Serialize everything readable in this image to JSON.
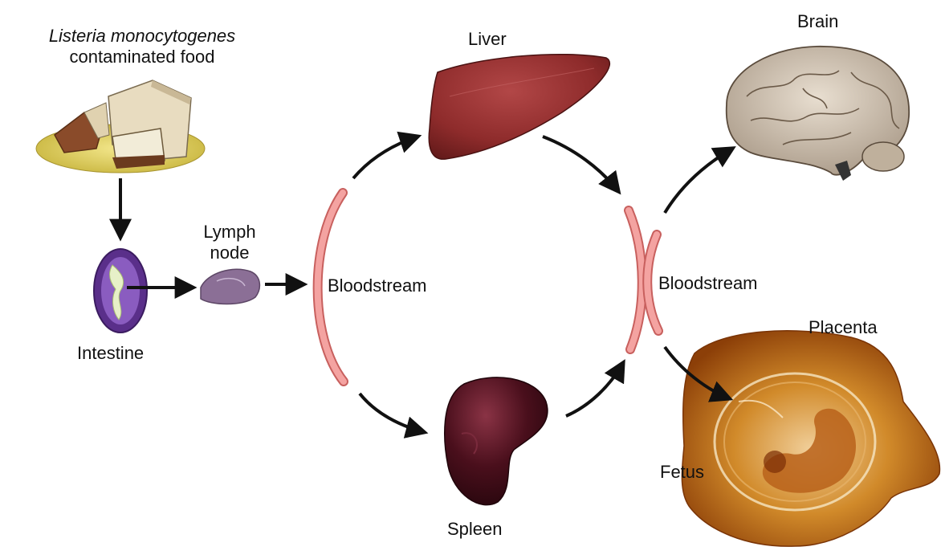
{
  "labels": {
    "food_species": "Listeria monocytogenes",
    "food_line2": "contaminated food",
    "intestine": "Intestine",
    "lymph_line1": "Lymph",
    "lymph_line2": "node",
    "bloodstream_left": "Bloodstream",
    "bloodstream_right": "Bloodstream",
    "liver": "Liver",
    "spleen": "Spleen",
    "brain": "Brain",
    "placenta": "Placenta",
    "fetus": "Fetus"
  },
  "colors": {
    "vessel_fill": "#f4a3a1",
    "vessel_stroke": "#c8605e",
    "arrow": "#111111",
    "liver": "#8e2b2b",
    "spleen": "#4a0f1c",
    "brain": "#cfc3b1",
    "placenta": "#c8781e",
    "intestine": "#6a3e96"
  }
}
